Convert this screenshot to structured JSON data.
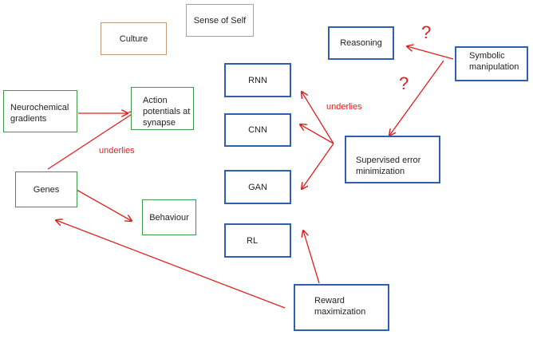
{
  "nodes": {
    "culture": "Culture",
    "sense_of_self": "Sense of Self",
    "reasoning": "Reasoning",
    "symbolic": "Symbolic manipulation",
    "neurochemical": "Neurochemical gradients",
    "action_potentials": "Action potentials at synapse",
    "genes": "Genes",
    "behaviour": "Behaviour",
    "rnn": "RNN",
    "cnn": "CNN",
    "gan": "GAN",
    "rl": "RL",
    "supervised": "Supervised error minimization",
    "reward": "Reward maximization"
  },
  "edge_labels": {
    "underlies_left": "underlies",
    "underlies_right": "underlies"
  },
  "question_marks": [
    "?",
    "?"
  ],
  "colors": {
    "arrow": "#e02020",
    "green_border": "#3a9a4a",
    "blue_border": "#2f5fb3",
    "tan_border": "#c49a7a"
  }
}
